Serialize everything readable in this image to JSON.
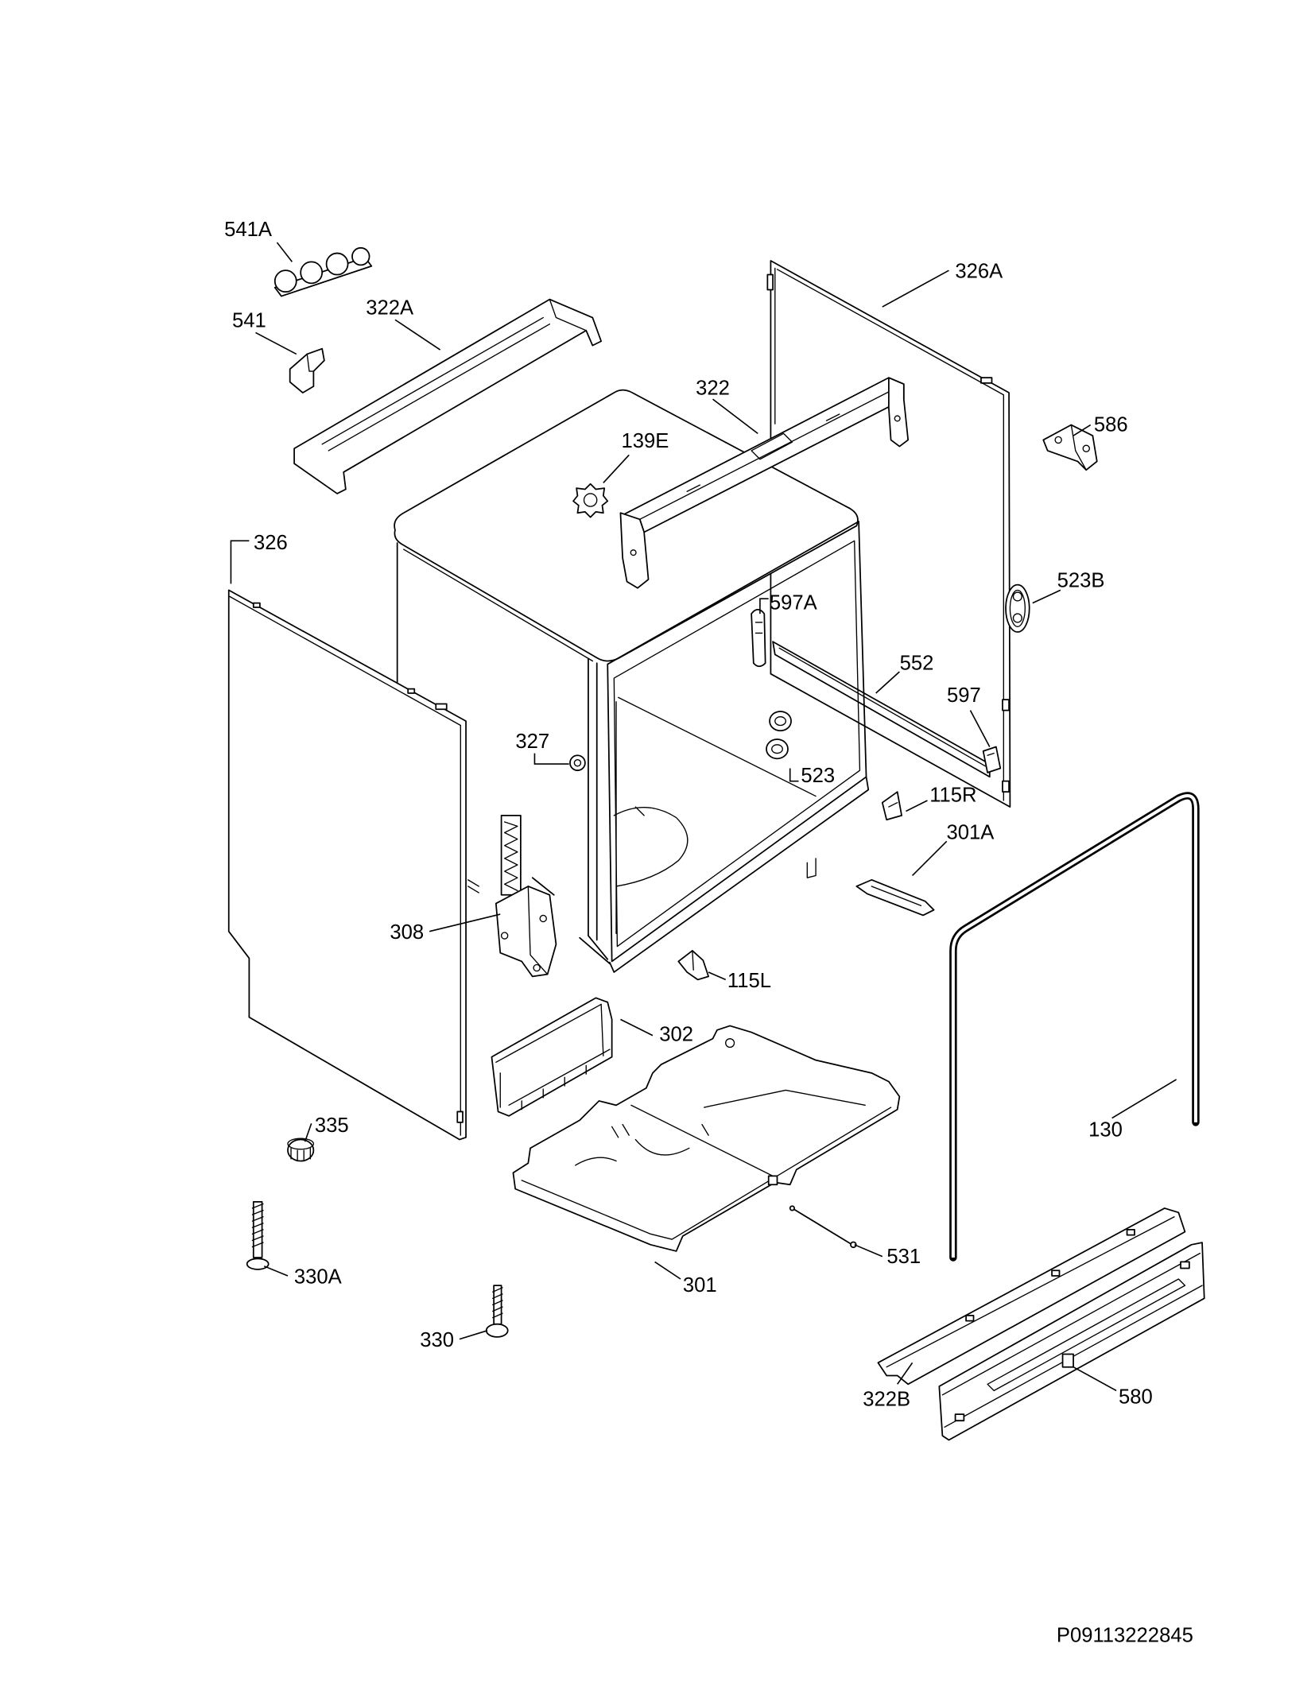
{
  "callouts": [
    {
      "label": "541A"
    },
    {
      "label": "541"
    },
    {
      "label": "322A"
    },
    {
      "label": "326A"
    },
    {
      "label": "322"
    },
    {
      "label": "586"
    },
    {
      "label": "139E"
    },
    {
      "label": "326"
    },
    {
      "label": "523B"
    },
    {
      "label": "597A"
    },
    {
      "label": "552"
    },
    {
      "label": "597"
    },
    {
      "label": "327"
    },
    {
      "label": "523"
    },
    {
      "label": "115R"
    },
    {
      "label": "301A"
    },
    {
      "label": "308"
    },
    {
      "label": "115L"
    },
    {
      "label": "302"
    },
    {
      "label": "335"
    },
    {
      "label": "130"
    },
    {
      "label": "531"
    },
    {
      "label": "330A"
    },
    {
      "label": "301"
    },
    {
      "label": "330"
    },
    {
      "label": "322B"
    },
    {
      "label": "580"
    }
  ],
  "drawing_code": "P09113222845"
}
